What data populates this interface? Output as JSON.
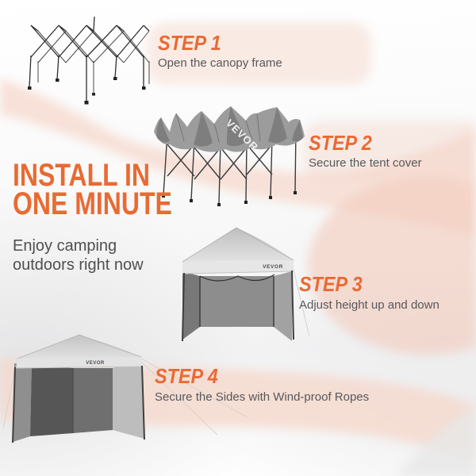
{
  "theme": {
    "accent": "#E96A33",
    "swoosh": "#F5D8CC",
    "swoosh_deep": "#F2CCBD",
    "text_dark": "#4F4F51",
    "text_gray": "#58585A",
    "tent_gray": "#C9C9C9",
    "frame_black": "#2D2D2D"
  },
  "headline": {
    "line1": "INSTALL IN",
    "line2": "ONE MINUTE"
  },
  "subtitle": {
    "line1": "Enjoy camping",
    "line2": "outdoors right now"
  },
  "brand": {
    "logo": "VEVOR"
  },
  "steps": [
    {
      "label": "STEP 1",
      "description": "Open the canopy frame",
      "illustration": "folded-canopy-frame"
    },
    {
      "label": "STEP 2",
      "description": "Secure the tent cover",
      "illustration": "frame-with-draped-tent-cover"
    },
    {
      "label": "STEP 3",
      "description": "Adjust height up and down",
      "illustration": "canopy-tent-open-front"
    },
    {
      "label": "STEP 4",
      "description": "Secure the Sides with Wind-proof Ropes",
      "illustration": "tent-with-sidewalls-and-ropes"
    }
  ]
}
